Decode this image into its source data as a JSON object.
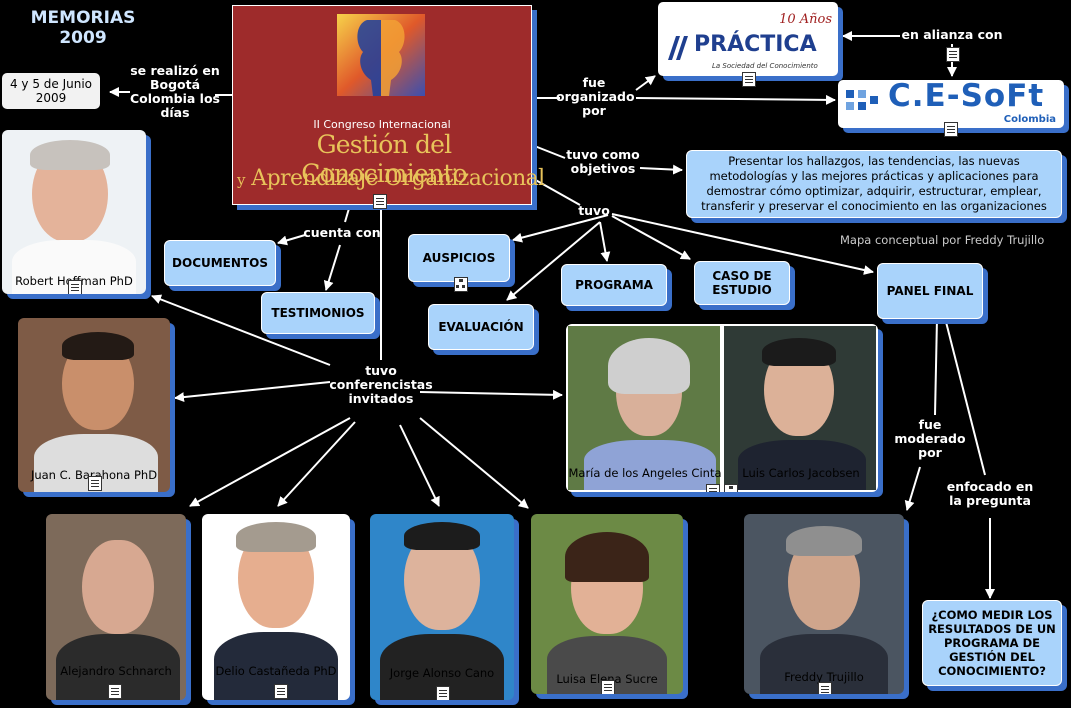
{
  "title": {
    "line1": "MEMORIAS",
    "line2": "2009"
  },
  "center": {
    "subtitle": "II Congreso Internacional",
    "line1": "Gestión del Conocimiento",
    "line2_y": "y",
    "line2": "Aprendizaje Organizacional"
  },
  "links": {
    "realizo": "se realizó en Bogotá Colombia los días",
    "organizado": "fue organizado por",
    "alianza": "en alianza con",
    "objetivos": "tuvo como objetivos",
    "tuvo": "tuvo",
    "cuenta": "cuenta con",
    "conferencistas": "tuvo conferencistas invitados",
    "moderado": "fue moderado por",
    "enfocado": "enfocado en la pregunta"
  },
  "date": "4 y 5 de Junio 2009",
  "logos": {
    "practica": "PRÁCTICA",
    "practica_badge": "10 Años",
    "practica_tag": "La Sociedad del Conocimiento",
    "cesoft": "C.E-SoFt",
    "cesoft_sub": "Colombia"
  },
  "objective": "Presentar los hallazgos, las tendencias, las nuevas metodologías y las mejores prácticas y aplicaciones para demostrar cómo optimizar, adquirir, estructurar, emplear, transferir y preservar el conocimiento en las organizaciones",
  "credit": "Mapa conceptual por Freddy Trujillo",
  "concepts": {
    "documentos": "DOCUMENTOS",
    "testimonios": "TESTIMONIOS",
    "auspicios": "AUSPICIOS",
    "evaluacion": "EVALUACIÓN",
    "programa": "PROGRAMA",
    "caso": "CASO DE ESTUDIO",
    "panel": "PANEL FINAL",
    "pregunta": "¿COMO MEDIR LOS RESULTADOS DE UN PROGRAMA DE GESTIÓN DEL CONOCIMIENTO?"
  },
  "people": {
    "hoffman": "Robert Hoffman PhD",
    "barahona": "Juan C. Barahona PhD",
    "schnarch": "Alejandro Schnarch",
    "castaneda": "Delio Castañeda PhD",
    "cano": "Jorge Alonso Cano",
    "sucre": "Luisa Elena Sucre",
    "cinta": "María de los Angeles Cinta",
    "jacobsen": "Luis Carlos Jacobsen",
    "trujillo": "Freddy Trujillo"
  },
  "colors": {
    "box": "#a9d3fb",
    "shadow": "#3a6fc9",
    "congress_bg": "#9e2b2b",
    "gold": "#e8c35a"
  }
}
